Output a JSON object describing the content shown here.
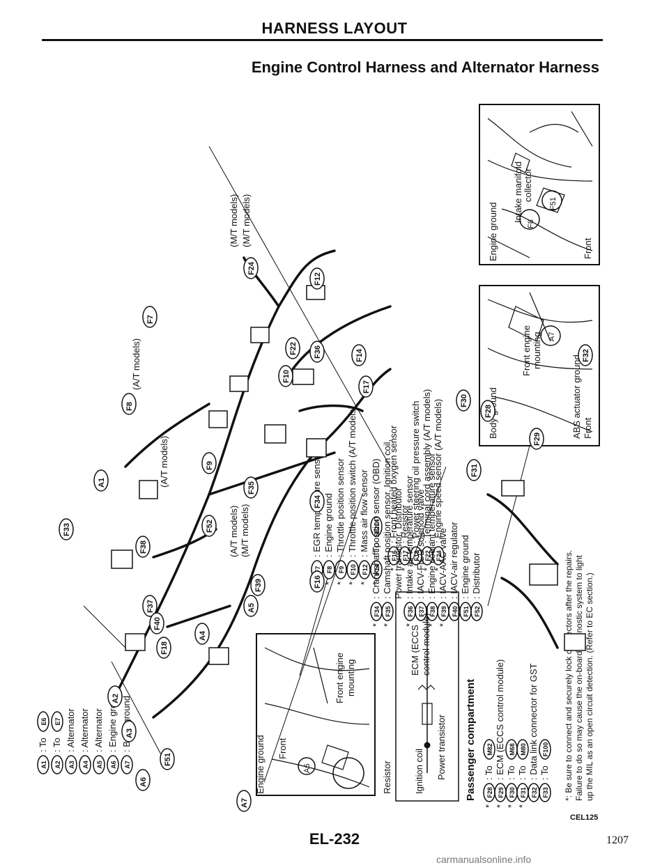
{
  "header": {
    "title": "HARNESS LAYOUT",
    "subtitle": "Engine Control Harness and Alternator Harness"
  },
  "left_legend": [
    {
      "code": "A1",
      "text": ": To",
      "ref": "E6"
    },
    {
      "code": "A2",
      "text": ": To",
      "ref": "E7"
    },
    {
      "code": "A3",
      "text": ": Alternator"
    },
    {
      "code": "A4",
      "text": ": Alternator"
    },
    {
      "code": "A5",
      "text": ": Alternator"
    },
    {
      "code": "A6",
      "text": ": Engine ground"
    },
    {
      "code": "A7",
      "text": ": Body ground"
    }
  ],
  "top_legend": [
    {
      "code": "F7",
      "text": ": EGR temperature sensor",
      "star": true
    },
    {
      "code": "F8",
      "text": ": Engine ground",
      "star": true
    },
    {
      "code": "F9",
      "text": ": Throttle position sensor",
      "star": true
    },
    {
      "code": "F10",
      "text": ": Throttle position switch (A/T models)",
      "star": true
    },
    {
      "code": "F12",
      "text": ": Mass air flow sensor",
      "star": true
    },
    {
      "code": "F14",
      "text": ": To",
      "ref": "E214",
      "star": true
    }
  ],
  "right_legend": [
    {
      "code": "F16",
      "text": ": Front heated oxygen sensor",
      "star": true
    },
    {
      "code": "F17",
      "text": ": Resistor",
      "star": true
    },
    {
      "code": "F18",
      "text": ": Power steering oil pressure switch"
    },
    {
      "code": "F22",
      "text": ": Terminal cord assembly (A/T models)",
      "star": true
    },
    {
      "code": "F24",
      "text": ": Engine speed sensor (A/T models)",
      "star": true
    }
  ],
  "center_legend": [
    {
      "code": "F34",
      "text": ": Crankshaft position sensor (OBD)",
      "star": true
    },
    {
      "code": "F35",
      "text": ": Camshaft position sensor, Ignition coil,",
      "star": true
    },
    {
      "code": "",
      "text": "Power transistor, Distributor"
    },
    {
      "code": "F36",
      "text": ": Intake air temperature sensor",
      "star": true
    },
    {
      "code": "F37",
      "text": ": IACV-FICD solenoid valve"
    },
    {
      "code": "F38",
      "text": ": Engine coolant temperature sensor",
      "star": true
    },
    {
      "code": "F39",
      "text": ": IACV-AAC valve",
      "star": true
    },
    {
      "code": "F40",
      "text": ": IACV-air regulator"
    },
    {
      "code": "F51",
      "text": ": Engine ground"
    },
    {
      "code": "F52",
      "text": ": Distributor"
    }
  ],
  "passenger": {
    "title": "Passenger compartment",
    "items": [
      {
        "code": "F28",
        "text": ": To",
        "ref": "M82",
        "star": true
      },
      {
        "code": "F29",
        "text": ": ECM (ECCS control module)",
        "star": true
      },
      {
        "code": "F30",
        "text": ": To",
        "ref": "M68",
        "star": true
      },
      {
        "code": "F31",
        "text": ": To",
        "ref": "M80",
        "star": true
      },
      {
        "code": "F32",
        "text": ": Data link connector for GST"
      },
      {
        "code": "F33",
        "text": ": To",
        "ref": "F100"
      }
    ],
    "note": [
      "*: Be sure to connect and securely lock connectors after the repairs.",
      "Failure to do so may cause the on-board diagnostic system to light",
      "up the MIL as an open circuit detection. (Refer to EC section.)"
    ]
  },
  "schematic": {
    "resistor_label": "Resistor",
    "resistor_ref": "F17",
    "ignition": "Ignition coil",
    "power_transistor": "Power transistor",
    "ecm": "ECM (ECCS",
    "ecm2": "control module)"
  },
  "inset_top": {
    "engine_ground": "Engine ground",
    "intake": "Intake manifold",
    "collector": "collector",
    "front": "Front",
    "f51": "F51",
    "f8": "F8"
  },
  "inset_right": {
    "body_ground": "Body ground",
    "front_engine": "Front engine",
    "mounting": "mounting",
    "abs": "ABS actuator ground",
    "front": "Front",
    "a7": "A7"
  },
  "inset_bottom": {
    "engine_ground": "Engine ground",
    "front": "Front",
    "front_engine": "Front engine",
    "mounting": "mounting",
    "a6": "A6"
  },
  "callouts": {
    "f8_mt": "(M/T models)",
    "f51_mt": "(M/T models)",
    "f8_at": "(A/T models)",
    "f51_at": "(A/T models)",
    "f9_at": "(A/T models)",
    "f9_mt": "(M/T models)"
  },
  "diagram_connectors": [
    "F7",
    "F8",
    "F12",
    "F24",
    "F36",
    "F22",
    "F14",
    "F17",
    "F10",
    "F9",
    "F52",
    "F35",
    "F34",
    "F16",
    "F39",
    "F38",
    "F37",
    "F40",
    "F18",
    "F33",
    "A1",
    "A2",
    "A3",
    "A4",
    "A5",
    "A6",
    "A7",
    "F30",
    "F28",
    "F31",
    "F29",
    "F32",
    "F51"
  ],
  "footer": {
    "code": "CEL125",
    "page": "EL-232",
    "page_number": "1207",
    "watermark": "carmanualsonline.info"
  }
}
